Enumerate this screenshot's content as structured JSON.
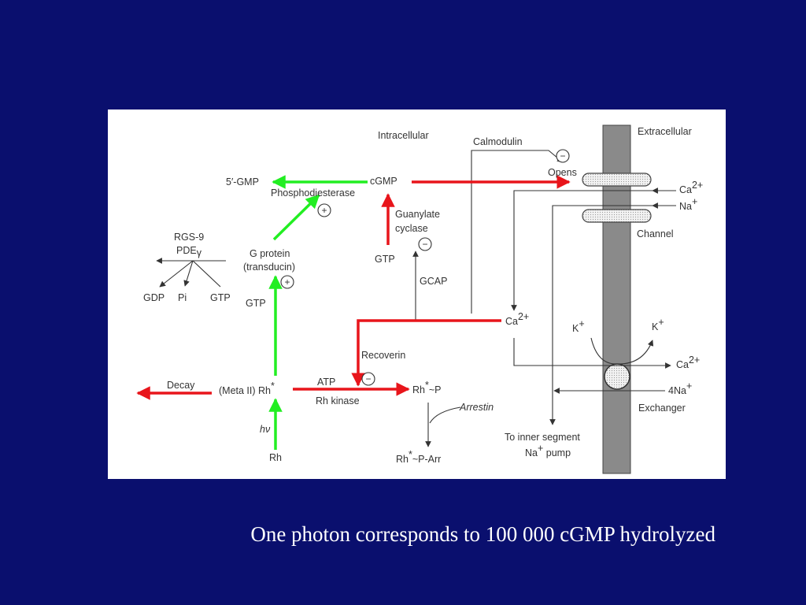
{
  "diagram": {
    "labels": {
      "intracellular": "Intracellular",
      "extracellular": "Extracellular",
      "calmodulin": "Calmodulin",
      "opens": "Opens",
      "five_gmp": "5′-GMP",
      "cgmp": "cGMP",
      "phosphodiesterase": "Phosphodiesterase",
      "guanylate": "Guanylate",
      "cyclase": "cyclase",
      "gtp_cyclase": "GTP",
      "gcap": "GCAP",
      "rgs9": "RGS-9",
      "pde": "PDE",
      "pde_sub": "γ",
      "gdp": "GDP",
      "pi": "Pi",
      "gtp_left": "GTP",
      "g_protein": "G protein",
      "transducin": "(transducin)",
      "gtp_mid": "GTP",
      "ca_top": "Ca",
      "ca_top_sup": "2+",
      "na_top": "Na",
      "na_top_sup": "+",
      "channel": "Channel",
      "ca_mid": "Ca",
      "ca_mid_sup": "2+",
      "recoverin": "Recoverin",
      "k_in": "K",
      "k_in_sup": "+",
      "k_out": "K",
      "k_out_sup": "+",
      "ca_ex": "Ca",
      "ca_ex_sup": "2+",
      "na_ex": "4Na",
      "na_ex_sup": "+",
      "exchanger": "Exchanger",
      "decay": "Decay",
      "meta2": "(Meta II) Rh",
      "meta2_sup": "*",
      "atp": "ATP",
      "rh_kinase": "Rh kinase",
      "rhp": "Rh",
      "rhp_sup": "*",
      "rhp_tail": "~P",
      "arrestin": "Arrestin",
      "hv": "hν",
      "rh": "Rh",
      "rhparr": "Rh",
      "rhparr_sup": "*",
      "rhparr_tail": "~P-Arr",
      "to_inner": "To inner segment",
      "na_pump": "Na",
      "na_pump_sup": "+",
      "na_pump_tail": " pump",
      "plus": "+",
      "minus": "−"
    }
  },
  "caption": "One photon corresponds to 100 000 cGMP hydrolyzed",
  "colors": {
    "background": "#0a0f6e",
    "inhibit_arrow": "#e8151b",
    "activate_arrow": "#22ee22",
    "membrane": "#8a8a8a"
  }
}
